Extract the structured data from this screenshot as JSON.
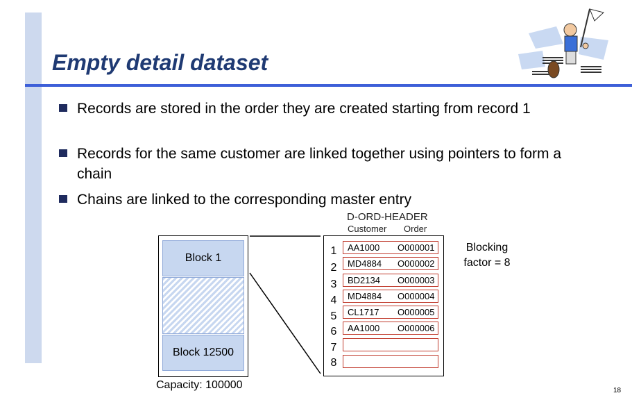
{
  "slide": {
    "title": "Empty detail dataset",
    "bullets": [
      "Records are stored in the order they are created starting from record 1",
      "Records for the same customer are linked together using pointers to form a chain",
      "Chains are linked to the corresponding master entry"
    ],
    "page_number": "18"
  },
  "diagram": {
    "dataset_name": "D-ORD-HEADER",
    "columns": [
      "Customer",
      "Order"
    ],
    "blocks": {
      "first": "Block 1",
      "last": "Block 12500"
    },
    "capacity": "Capacity: 100000",
    "row_numbers": [
      "1",
      "2",
      "3",
      "4",
      "5",
      "6",
      "7",
      "8"
    ],
    "records": [
      {
        "customer": "AA1000",
        "order": "O000001"
      },
      {
        "customer": "MD4884",
        "order": "O000002"
      },
      {
        "customer": "BD2134",
        "order": "O000003"
      },
      {
        "customer": "MD4884",
        "order": "O000004"
      },
      {
        "customer": "CL1717",
        "order": "O000005"
      },
      {
        "customer": "AA1000",
        "order": "O000006"
      },
      {
        "customer": "",
        "order": ""
      },
      {
        "customer": "",
        "order": ""
      }
    ],
    "blocking_factor": [
      "Blocking",
      "factor = 8"
    ]
  },
  "colors": {
    "title": "#1f3a73",
    "rule": "#3d5fd8",
    "block_fill": "#c7d7f0",
    "record_border": "#c0392b"
  },
  "icons": [
    "clipart-person-with-flag-and-papers",
    "square-bullet-icon"
  ]
}
